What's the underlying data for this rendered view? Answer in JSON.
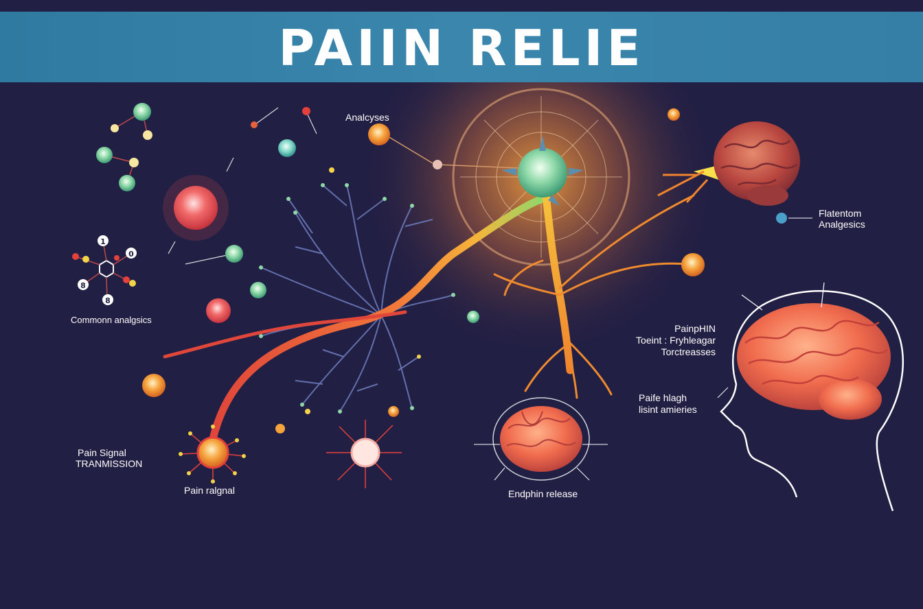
{
  "title": "PAIIN RELIE",
  "labels": {
    "analcyses": "Analcyses",
    "common_analgsics": "Commonn analgsics",
    "flatentom_line1": "Flatentom",
    "flatentom_line2": "Analgesics",
    "painphin_line1": "PainpHIN",
    "painphin_line2": "Toeint : Fryhleagar",
    "painphin_line3": "Torctreasses",
    "paife_line1": "Paife hlagh",
    "paife_line2": "lisint amieries",
    "pain_signal_line1": "Pain Signal",
    "pain_signal_line2": "TRANMISSION",
    "pain_ralgnal": "Pain ralgnal",
    "endphin_release": "Endphin release"
  },
  "molecule_digits": [
    "1",
    "0",
    "8",
    "8"
  ],
  "colors": {
    "background": "#221f44",
    "banner": "#3a86ac",
    "glow": "#f79a3c",
    "nerve_blue": "#6a79b8",
    "signal_red": "#ea4a3a",
    "signal_orange": "#f4a23a",
    "brain": "#f06b4d"
  }
}
